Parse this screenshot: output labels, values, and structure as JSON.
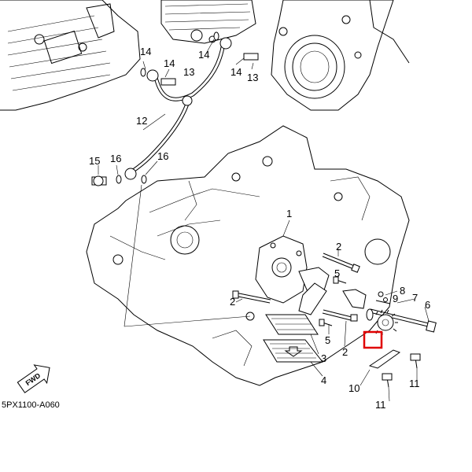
{
  "diagram": {
    "code": "5PX1100-A060",
    "direction_badge": "FWD",
    "highlight_color": "#e00000",
    "callouts": {
      "c1": "1",
      "c2a": "2",
      "c2b": "2",
      "c2c": "2",
      "c3": "3",
      "c4": "4",
      "c5a": "5",
      "c5b": "5",
      "c6": "6",
      "c7": "7",
      "c8": "8",
      "c9": "9",
      "c10": "10",
      "c11a": "11",
      "c11b": "11",
      "c12": "12",
      "c13a": "13",
      "c13b": "13",
      "c14a": "14",
      "c14b": "14",
      "c14c": "14",
      "c14d": "14",
      "c15": "15",
      "c16a": "16",
      "c16b": "16"
    }
  }
}
